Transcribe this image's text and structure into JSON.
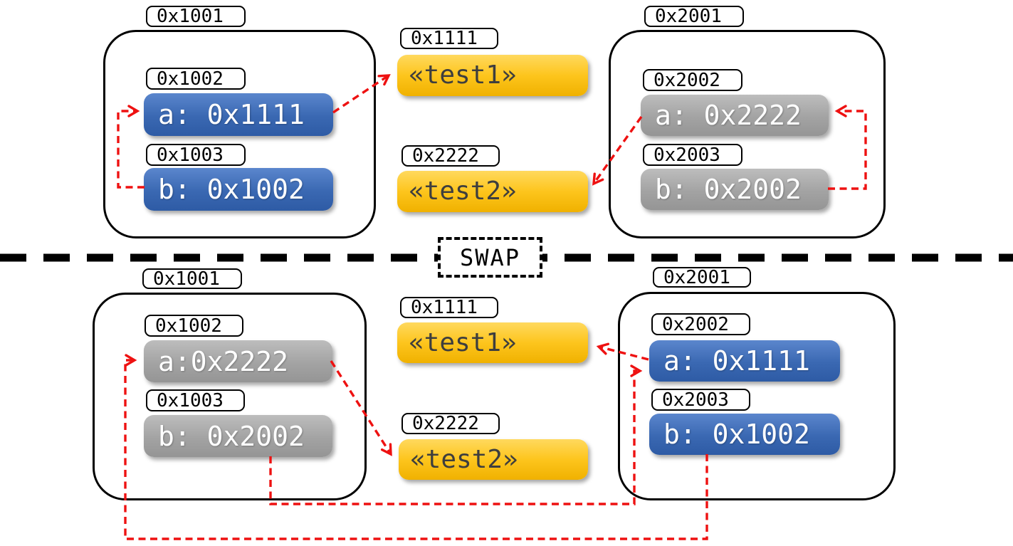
{
  "palette": {
    "pointer_red": "#ee1111",
    "var_blue": "#3a68b2",
    "var_gray": "#a3a3a3",
    "string_yellow": "#fdc51d",
    "outline_black": "#000000"
  },
  "divider": {
    "label": "SWAP"
  },
  "before": {
    "frame1": {
      "address": "0x1001",
      "slots": [
        {
          "address": "0x1002",
          "value": "a: 0x1111"
        },
        {
          "address": "0x1003",
          "value": "b: 0x1002"
        }
      ]
    },
    "heap": [
      {
        "address": "0x1111",
        "value": "«test1»"
      },
      {
        "address": "0x2222",
        "value": "«test2»"
      }
    ],
    "frame2": {
      "address": "0x2001",
      "slots": [
        {
          "address": "0x2002",
          "value": "a: 0x2222"
        },
        {
          "address": "0x2003",
          "value": "b: 0x2002"
        }
      ]
    },
    "pointers": [
      {
        "from": "b@0x1003",
        "to": "a@0x1002"
      },
      {
        "from": "a@0x1002",
        "to": "«test1»@0x1111"
      },
      {
        "from": "a@0x2002",
        "to": "«test2»@0x2222"
      },
      {
        "from": "b@0x2003",
        "to": "a@0x2002"
      }
    ]
  },
  "after": {
    "frame1": {
      "address": "0x1001",
      "slots": [
        {
          "address": "0x1002",
          "value": "a:0x2222"
        },
        {
          "address": "0x1003",
          "value": "b: 0x2002"
        }
      ]
    },
    "heap": [
      {
        "address": "0x1111",
        "value": "«test1»"
      },
      {
        "address": "0x2222",
        "value": "«test2»"
      }
    ],
    "frame2": {
      "address": "0x2001",
      "slots": [
        {
          "address": "0x2002",
          "value": "a: 0x1111"
        },
        {
          "address": "0x2003",
          "value": "b: 0x1002"
        }
      ]
    },
    "pointers": [
      {
        "from": "a@0x1002",
        "to": "«test2»@0x2222"
      },
      {
        "from": "a@0x2002",
        "to": "«test1»@0x1111"
      },
      {
        "from": "b@0x1003",
        "to": "a@0x2002"
      },
      {
        "from": "b@0x2003",
        "to": "a@0x1002"
      }
    ]
  }
}
